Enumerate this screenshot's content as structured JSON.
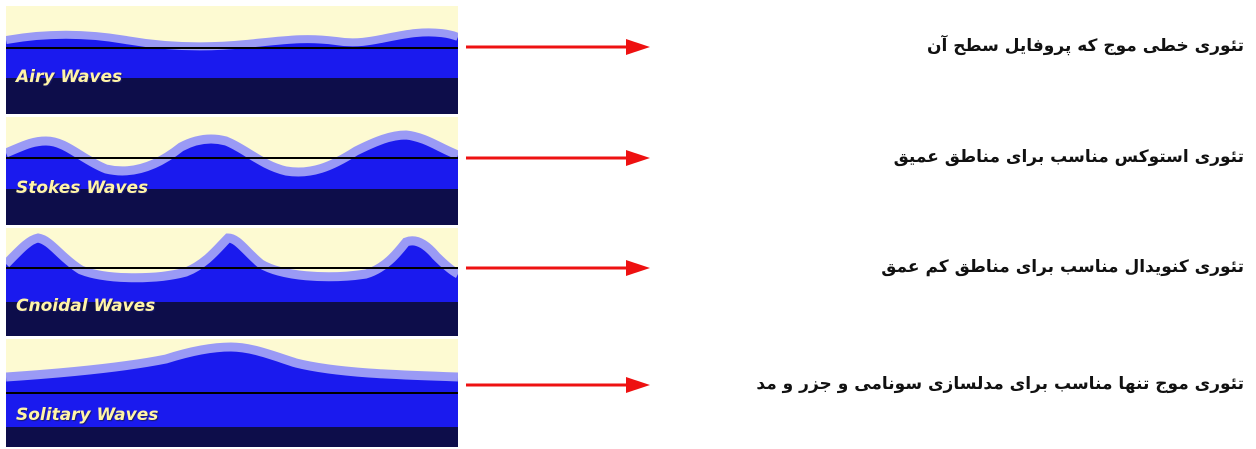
{
  "waves": [
    {
      "label": "Airy Waves",
      "description": "تئوری خطی موج که پروفایل سطح آن"
    },
    {
      "label": "Stokes Waves",
      "description": "تئوری استوکس مناسب برای مناطق عمیق"
    },
    {
      "label": "Cnoidal Waves",
      "description": "تئوری کنویدال  مناسب  برای  مناطق  کم  عمق"
    },
    {
      "label": "Solitary Waves",
      "description": "تئوری موج تنها مناسب برای مدلسازی سونامی و جزر و مد"
    }
  ],
  "colors": {
    "background": "#fdfad2",
    "water": "#1a1aee",
    "crest": "#9a9af5",
    "bed": "#0d0d4a",
    "arrow": "#ee1111"
  }
}
